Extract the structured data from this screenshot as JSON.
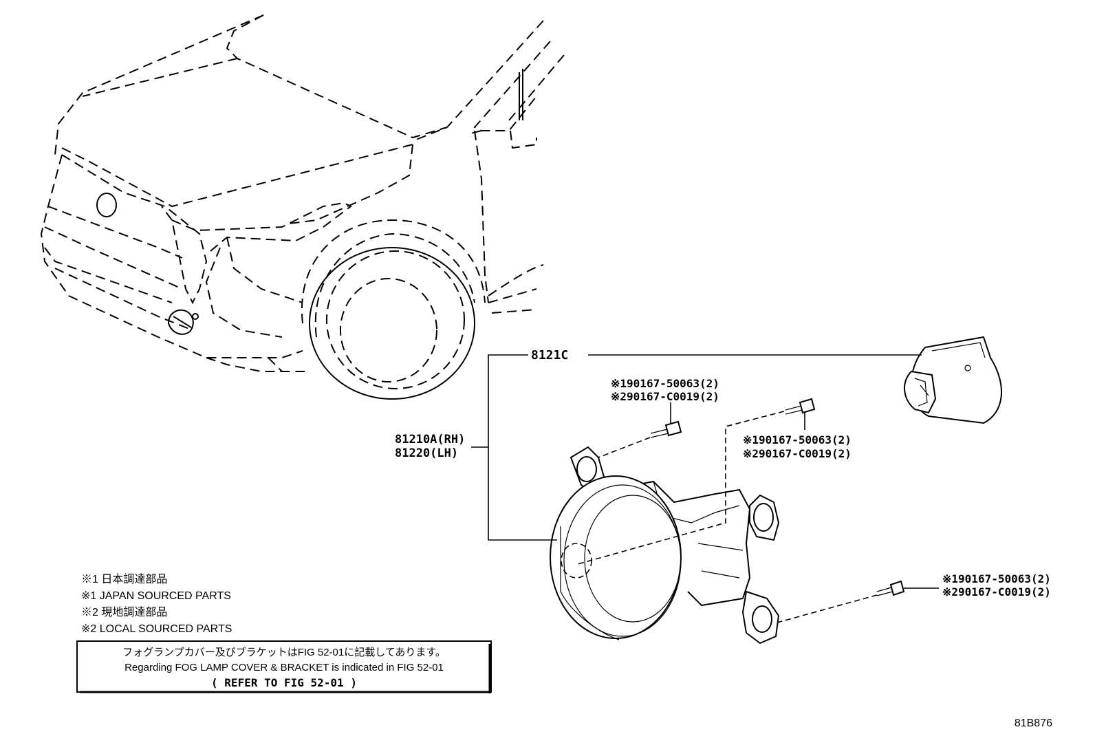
{
  "callouts": {
    "bulb_assy": "8121C",
    "lamp_rh": "81210A(RH)",
    "lamp_lh": "81220(LH)",
    "screw_top_1": "※190167-50063(2)",
    "screw_top_2": "※290167-C0019(2)",
    "screw_mid_1": "※190167-50063(2)",
    "screw_mid_2": "※290167-C0019(2)",
    "screw_bot_1": "※190167-50063(2)",
    "screw_bot_2": "※290167-C0019(2)"
  },
  "legend": {
    "line1": "※1 日本調達部品",
    "line2": "※1 JAPAN SOURCED PARTS",
    "line3": "※2 現地調達部品",
    "line4": "※2 LOCAL SOURCED PARTS"
  },
  "notice": {
    "line_jp": "フォグランプカバー及びブラケットはFIG 52-01に記載してあります。",
    "line_en": "Regarding FOG LAMP COVER & BRACKET is indicated in FIG 52-01",
    "line_ref": "(  REFER TO FIG 52-01  )"
  },
  "figure_id": "81B876"
}
